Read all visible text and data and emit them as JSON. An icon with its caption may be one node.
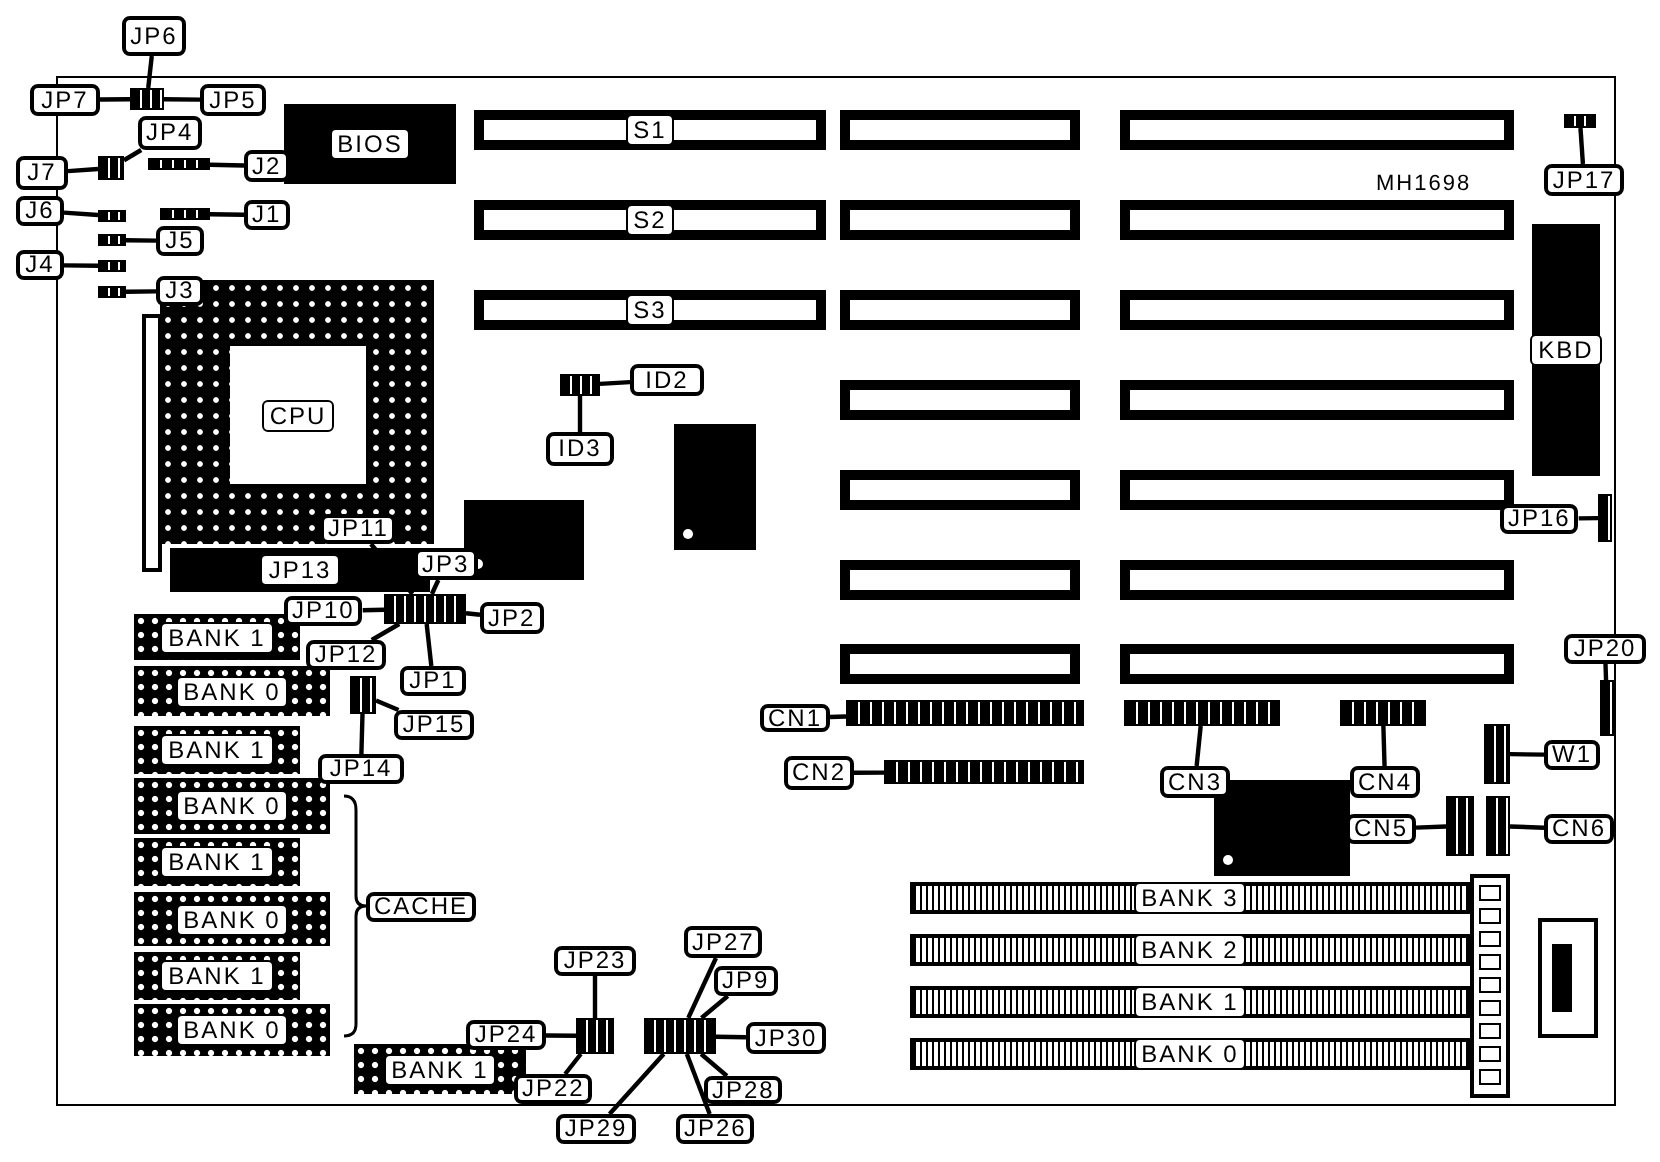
{
  "diagram": {
    "nodes": [
      {
        "text": [],
        "shape": "box"
      },
      {
        "text": [
          "JP6"
        ]
      },
      {
        "text": [
          "JP7"
        ]
      },
      {
        "text": [
          "JP5"
        ],
        "in": 0
      },
      {
        "text": [],
        "shape": "box",
        "in": 0
      },
      {
        "text": [
          "JP4"
        ],
        "in": 0
      },
      {
        "text": [
          "J7"
        ]
      },
      {
        "text": [],
        "shape": "box",
        "in": 0
      },
      {
        "text": [
          "J2"
        ],
        "in": 0
      },
      {
        "text": [],
        "shape": "box",
        "in": 0
      },
      {
        "text": [
          "BIOS"
        ],
        "in": 0
      },
      {
        "text": [
          "S1"
        ],
        "in": 0
      },
      {
        "text": [
          "S2"
        ],
        "in": 0
      },
      {
        "text": [
          "S3"
        ],
        "in": 0
      },
      {
        "text": [
          "JP17"
        ]
      },
      {
        "text": [],
        "shape": "box",
        "in": 0
      },
      {
        "text": [
          "J6"
        ]
      },
      {
        "text": [],
        "shape": "box",
        "in": 0
      },
      {
        "text": [
          "J1"
        ],
        "in": 0
      },
      {
        "text": [],
        "shape": "box",
        "in": 0
      },
      {
        "text": [
          "J5"
        ],
        "in": 0
      },
      {
        "text": [],
        "shape": "box",
        "in": 0
      },
      {
        "text": [
          "J4"
        ]
      },
      {
        "text": [],
        "shape": "box",
        "in": 0
      },
      {
        "text": [
          "J3"
        ],
        "in": 0
      },
      {
        "text": [],
        "shape": "box",
        "in": 0
      },
      {
        "text": [
          "CPU"
        ],
        "in": 0
      },
      {
        "text": [
          "KBD"
        ],
        "in": 0
      },
      {
        "text": [
          "ID2"
        ],
        "in": 0
      },
      {
        "text": [],
        "shape": "box",
        "in": 0
      },
      {
        "text": [
          "ID3"
        ],
        "in": 0
      },
      {
        "text": [
          "JP16"
        ],
        "in": 0
      },
      {
        "text": [],
        "shape": "box",
        "in": 0
      },
      {
        "text": [
          "JP11"
        ],
        "in": 0
      },
      {
        "text": [
          "JP13"
        ],
        "in": 0
      },
      {
        "text": [
          "JP3"
        ],
        "in": 0
      },
      {
        "text": [],
        "shape": "box",
        "in": 0
      },
      {
        "text": [
          "JP10"
        ],
        "in": 0
      },
      {
        "text": [
          "JP2"
        ],
        "in": 0
      },
      {
        "text": [
          "JP12"
        ],
        "in": 0
      },
      {
        "text": [
          "JP1"
        ],
        "in": 0
      },
      {
        "text": [
          "JP15"
        ],
        "in": 0
      },
      {
        "text": [],
        "shape": "box",
        "in": 0
      },
      {
        "text": [
          "JP14"
        ],
        "in": 0
      },
      {
        "text": [
          "JP20"
        ]
      },
      {
        "text": [],
        "shape": "box",
        "in": 0
      },
      {
        "text": [
          "CN1"
        ],
        "in": 0
      },
      {
        "text": [],
        "shape": "box",
        "in": 0
      },
      {
        "text": [
          "CN2"
        ],
        "in": 0
      },
      {
        "text": [],
        "shape": "box",
        "in": 0
      },
      {
        "text": [
          "CN3"
        ],
        "in": 0
      },
      {
        "text": [],
        "shape": "box",
        "in": 0
      },
      {
        "text": [
          "CN4"
        ],
        "in": 0
      },
      {
        "text": [],
        "shape": "box",
        "in": 0
      },
      {
        "text": [
          "W1"
        ],
        "in": 0
      },
      {
        "text": [],
        "shape": "box",
        "in": 0
      },
      {
        "text": [
          "CN5"
        ],
        "in": 0
      },
      {
        "text": [],
        "shape": "box",
        "in": 0
      },
      {
        "text": [
          "CN6"
        ],
        "in": 0
      },
      {
        "text": [],
        "shape": "box",
        "in": 0
      },
      {
        "text": [
          "BANK 1"
        ],
        "in": 0
      },
      {
        "text": [
          "BANK 0"
        ],
        "in": 0
      },
      {
        "text": [
          "BANK 1"
        ],
        "in": 0
      },
      {
        "text": [
          "BANK 0"
        ],
        "in": 0
      },
      {
        "text": [
          "BANK 1"
        ],
        "in": 0
      },
      {
        "text": [
          "BANK 0"
        ],
        "in": 0
      },
      {
        "text": [
          "BANK 1"
        ],
        "in": 0
      },
      {
        "text": [
          "BANK 0"
        ],
        "in": 0
      },
      {
        "text": [
          "CACHE"
        ],
        "in": 0
      },
      {
        "text": [
          "BANK 3"
        ],
        "in": 0
      },
      {
        "text": [
          "BANK 2"
        ],
        "in": 0
      },
      {
        "text": [
          "BANK 1"
        ],
        "in": 0
      },
      {
        "text": [
          "BANK 0"
        ],
        "in": 0
      },
      {
        "text": [
          "JP23"
        ],
        "in": 0
      },
      {
        "text": [
          "JP24"
        ],
        "in": 0
      },
      {
        "text": [],
        "shape": "box",
        "in": 0
      },
      {
        "text": [
          "JP22"
        ],
        "in": 0
      },
      {
        "text": [
          "JP27"
        ],
        "in": 0
      },
      {
        "text": [
          "JP9"
        ],
        "in": 0
      },
      {
        "text": [
          "JP30"
        ],
        "in": 0
      },
      {
        "text": [],
        "shape": "box",
        "in": 0
      },
      {
        "text": [
          "JP28"
        ],
        "in": 0
      },
      {
        "text": [
          "JP29"
        ]
      },
      {
        "text": [
          "JP26"
        ]
      },
      {
        "text": [
          "BANK 1"
        ],
        "in": 0
      },
      {
        "text": [],
        "shape": "box",
        "in": 0
      },
      {
        "text": [],
        "shape": "box",
        "in": 0
      },
      {
        "text": [],
        "shape": "box",
        "in": 0
      },
      {
        "text": [],
        "shape": "box",
        "in": 0
      },
      {
        "text": [],
        "shape": "box",
        "in": 0
      },
      {
        "text": [],
        "shape": "box",
        "in": 0
      },
      {
        "text": [],
        "shape": "box",
        "in": 0
      },
      {
        "text": [],
        "shape": "box",
        "in": 0
      },
      {
        "text": [],
        "shape": "box",
        "in": 0
      },
      {
        "text": [],
        "shape": "box",
        "in": 0
      },
      {
        "text": [],
        "shape": "box",
        "in": 0
      },
      {
        "text": [],
        "shape": "box",
        "in": 0
      },
      {
        "text": [],
        "shape": "box",
        "in": 0
      },
      {
        "text": [],
        "shape": "box",
        "in": 0
      }
    ],
    "edges": [
      {
        "from": 1,
        "to": 4,
        "arrow": "none"
      },
      {
        "from": 2,
        "to": 4,
        "arrow": "none"
      },
      {
        "from": 3,
        "to": 4,
        "arrow": "none"
      },
      {
        "from": 5,
        "to": 7,
        "arrow": "none"
      },
      {
        "from": 6,
        "to": 7,
        "arrow": "none"
      },
      {
        "from": 8,
        "to": 9,
        "arrow": "none"
      },
      {
        "from": 14,
        "to": 15,
        "arrow": "none"
      },
      {
        "from": 16,
        "to": 17,
        "arrow": "none"
      },
      {
        "from": 18,
        "to": 19,
        "arrow": "none"
      },
      {
        "from": 20,
        "to": 21,
        "arrow": "none"
      },
      {
        "from": 22,
        "to": 23,
        "arrow": "none"
      },
      {
        "from": 24,
        "to": 25,
        "arrow": "none"
      },
      {
        "from": 28,
        "to": 29,
        "arrow": "none"
      },
      {
        "from": 30,
        "to": 29,
        "arrow": "none"
      },
      {
        "from": 31,
        "to": 32,
        "arrow": "none"
      },
      {
        "from": 33,
        "to": 36,
        "arrow": "none"
      },
      {
        "from": 35,
        "to": 36,
        "arrow": "none"
      },
      {
        "from": 37,
        "to": 36,
        "arrow": "none"
      },
      {
        "from": 38,
        "to": 36,
        "arrow": "none"
      },
      {
        "from": 39,
        "to": 36,
        "arrow": "none"
      },
      {
        "from": 40,
        "to": 36,
        "arrow": "none"
      },
      {
        "from": 41,
        "to": 42,
        "arrow": "none"
      },
      {
        "from": 43,
        "to": 42,
        "arrow": "none"
      },
      {
        "from": 44,
        "to": 45,
        "arrow": "none"
      },
      {
        "from": 46,
        "to": 47,
        "arrow": "none"
      },
      {
        "from": 48,
        "to": 49,
        "arrow": "none"
      },
      {
        "from": 50,
        "to": 51,
        "arrow": "none"
      },
      {
        "from": 52,
        "to": 53,
        "arrow": "none"
      },
      {
        "from": 54,
        "to": 55,
        "arrow": "none"
      },
      {
        "from": 56,
        "to": 57,
        "arrow": "none"
      },
      {
        "from": 58,
        "to": 59,
        "arrow": "none"
      },
      {
        "from": 73,
        "to": 75,
        "arrow": "none"
      },
      {
        "from": 74,
        "to": 75,
        "arrow": "none"
      },
      {
        "from": 76,
        "to": 75,
        "arrow": "none"
      },
      {
        "from": 77,
        "to": 80,
        "arrow": "none"
      },
      {
        "from": 78,
        "to": 80,
        "arrow": "none"
      },
      {
        "from": 79,
        "to": 80,
        "arrow": "none"
      },
      {
        "from": 81,
        "to": 80,
        "arrow": "none"
      },
      {
        "from": 82,
        "to": 80,
        "arrow": "none"
      },
      {
        "from": 83,
        "to": 80,
        "arrow": "none"
      }
    ],
    "labels": [
      "MH1698"
    ]
  }
}
